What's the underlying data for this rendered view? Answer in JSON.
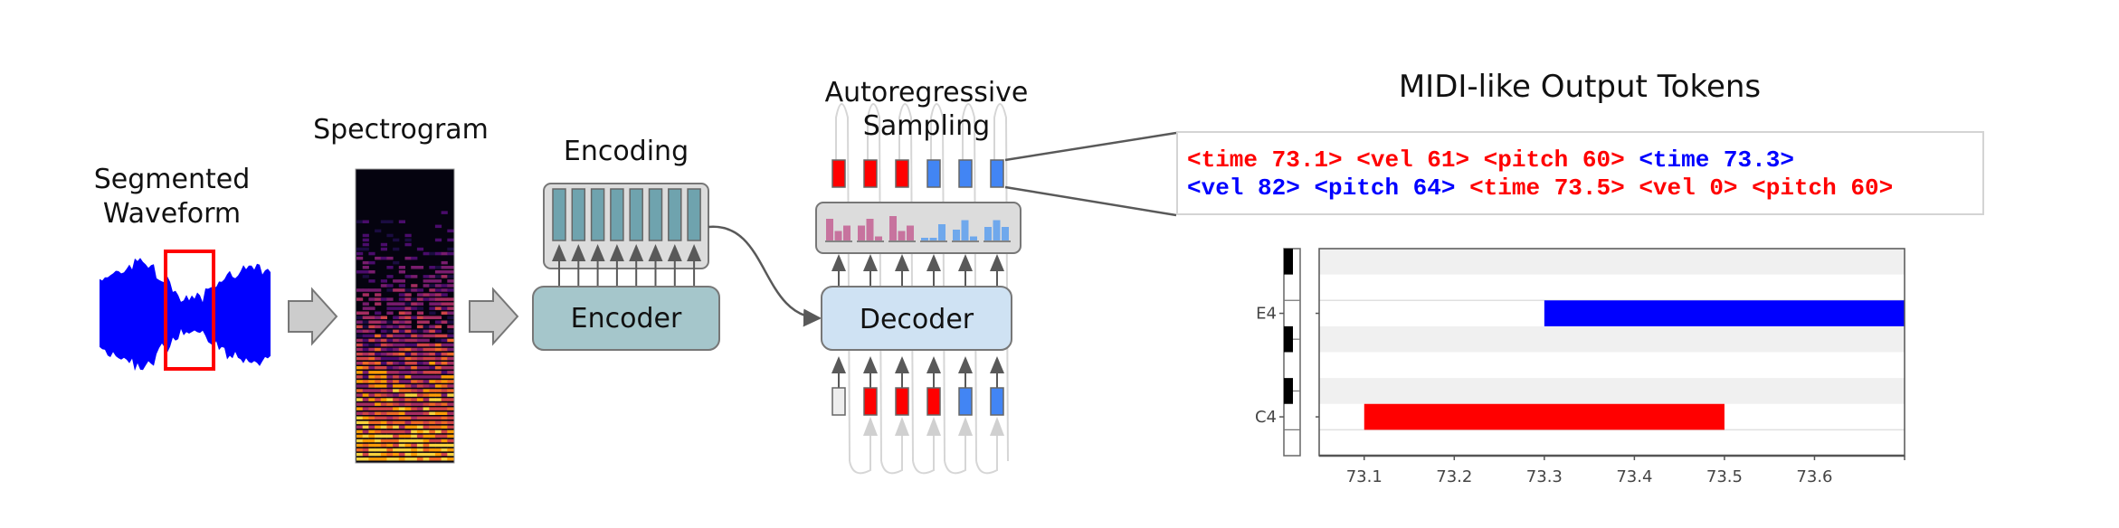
{
  "labels": {
    "waveform_line1": "Segmented",
    "waveform_line2": "Waveform",
    "spectrogram": "Spectrogram",
    "encoding": "Encoding",
    "encoder": "Encoder",
    "sampling_line1": "Autoregressive",
    "sampling_line2": "Sampling",
    "decoder": "Decoder",
    "output_title": "MIDI-like Output Tokens"
  },
  "colors": {
    "waveform": "#0000ff",
    "segment_box": "#ff0000",
    "note_red": "#ff0000",
    "note_blue": "#0000ff",
    "token_red": "#ff0000",
    "token_blue": "#4285f4",
    "token_empty": "#eeeeee",
    "encoder_fill": "#a5c6cb",
    "encoding_bar": "#6fa3ae",
    "decoder_fill": "#cfe2f3",
    "prob_pink": "#c7739e",
    "prob_blue": "#6fa8ec",
    "block_arrow": "#cccccc",
    "arrow_dark": "#595959"
  },
  "encoding_vector_count": 8,
  "decoder": {
    "input_tokens": [
      "empty",
      "red",
      "red",
      "red",
      "blue",
      "blue"
    ],
    "output_tokens": [
      "red",
      "red",
      "red",
      "blue",
      "blue",
      "blue"
    ],
    "distributions": [
      {
        "color": "pink",
        "bars": [
          0.8,
          0.35,
          0.55
        ]
      },
      {
        "color": "pink",
        "bars": [
          0.55,
          0.8,
          0.15
        ]
      },
      {
        "color": "pink",
        "bars": [
          0.9,
          0.35,
          0.55
        ]
      },
      {
        "color": "blue",
        "bars": [
          0.1,
          0.1,
          0.6
        ]
      },
      {
        "color": "blue",
        "bars": [
          0.4,
          0.75,
          0.15
        ]
      },
      {
        "color": "blue",
        "bars": [
          0.5,
          0.75,
          0.5
        ]
      }
    ]
  },
  "output_tokens_text": {
    "line1": [
      {
        "text": "<time 73.1>",
        "color": "red"
      },
      {
        "text": "<vel 61>",
        "color": "red"
      },
      {
        "text": "<pitch 60>",
        "color": "red"
      },
      {
        "text": "<time 73.3>",
        "color": "blue"
      }
    ],
    "line2": [
      {
        "text": "<vel 82>",
        "color": "blue"
      },
      {
        "text": "<pitch 64>",
        "color": "blue"
      },
      {
        "text": "<time 73.5>",
        "color": "red"
      },
      {
        "text": "<vel 0>",
        "color": "red"
      },
      {
        "text": "<pitch 60>",
        "color": "red"
      }
    ]
  },
  "chart_data": {
    "type": "piano-roll",
    "title": "",
    "xlabel": "",
    "ylabel": "",
    "xlim": [
      73.05,
      73.7
    ],
    "ylim_midi": [
      58.5,
      66.5
    ],
    "x_ticks": [
      73.1,
      73.2,
      73.3,
      73.4,
      73.5,
      73.6
    ],
    "x_tick_labels": [
      "73.1",
      "73.2",
      "73.3",
      "73.4",
      "73.5",
      "73.6"
    ],
    "y_ticks": [
      {
        "midi": 64,
        "label": "E4"
      },
      {
        "midi": 60,
        "label": "C4"
      }
    ],
    "notes": [
      {
        "pitch": 60,
        "name": "C4",
        "start": 73.1,
        "end": 73.5,
        "velocity": 61,
        "color": "red"
      },
      {
        "pitch": 64,
        "name": "E4",
        "start": 73.3,
        "end": 73.7,
        "velocity": 82,
        "color": "blue"
      }
    ],
    "black_key_row_color": "#f0f0f0",
    "grid": false
  }
}
